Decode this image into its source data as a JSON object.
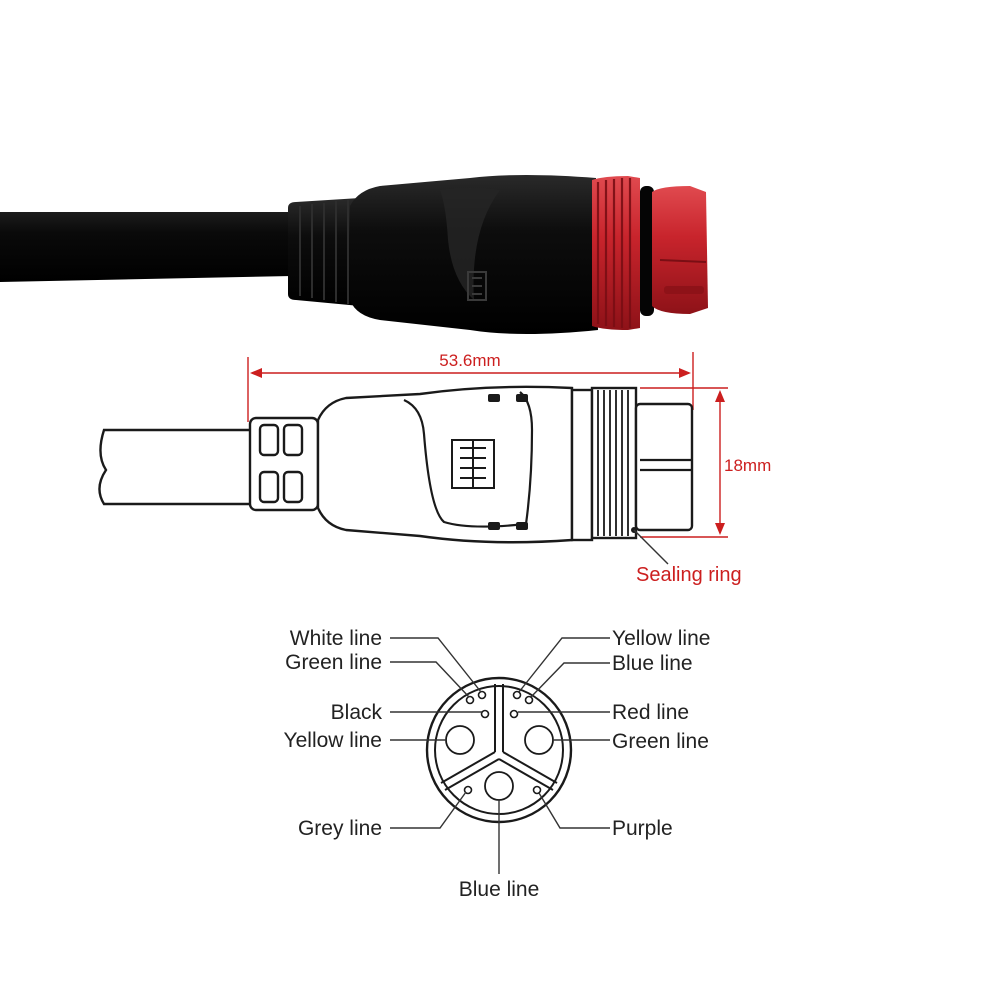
{
  "dimensions": {
    "length": "53.6mm",
    "diameter": "18mm",
    "seal": "Sealing ring"
  },
  "pins": {
    "top_left_outer": "White line",
    "top_left_inner": "Green line",
    "left_small": "Black",
    "left_large": "Yellow line",
    "bottom_left": "Grey line",
    "bottom_center": "Blue line",
    "top_right_outer": "Yellow line",
    "top_right_inner": "Blue line",
    "right_small": "Red line",
    "right_large": "Green line",
    "bottom_right": "Purple"
  },
  "colors": {
    "accent": "#cc1f1f",
    "cable": "#0b0b0b",
    "connector_red": "#c8242c"
  }
}
